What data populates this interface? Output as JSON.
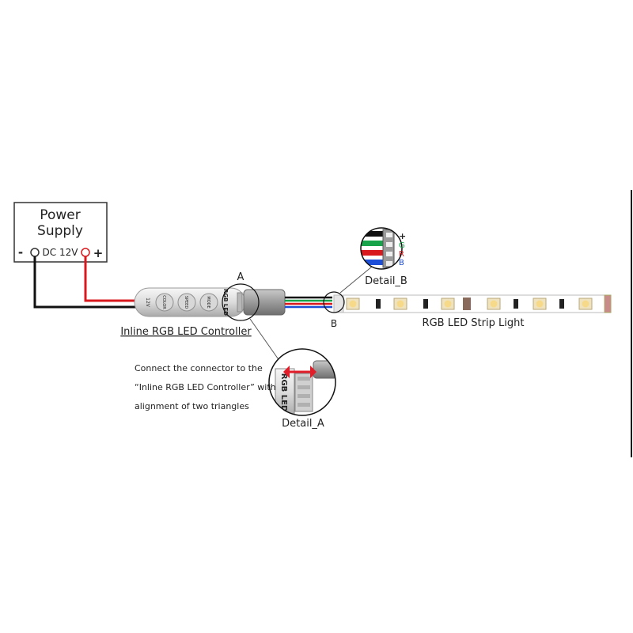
{
  "power_supply": {
    "title_line1": "Power",
    "title_line2": "Supply",
    "minus": "-",
    "voltage": "DC 12V",
    "plus": "+"
  },
  "controller": {
    "label": "Inline RGB LED Controller",
    "buttons": [
      "12V",
      "COLOR",
      "SPEED",
      "MODE"
    ],
    "connector_text": "RGB LED",
    "marker_a": "A"
  },
  "connector_b": {
    "marker_b": "B",
    "detail_label": "Detail_B",
    "pins": [
      "+",
      "G",
      "R",
      "B"
    ]
  },
  "strip": {
    "label": "RGB LED Strip Light"
  },
  "detail_a": {
    "label": "Detail_A",
    "connector_text": "RGB LED"
  },
  "instructions": {
    "line1": "Connect the connector to the",
    "line2": "“Inline RGB LED Controller” with",
    "line3": "alignment of two triangles"
  },
  "colors": {
    "wire_black": "#111111",
    "wire_red": "#d8191e",
    "wire_green": "#16a34a",
    "wire_blue": "#1d4ed8",
    "wire_brown": "#7a3b2e",
    "controller_body": "#e4e4e4",
    "strip_led": "#f2e7c6",
    "arrow_red": "#e11d2a"
  }
}
